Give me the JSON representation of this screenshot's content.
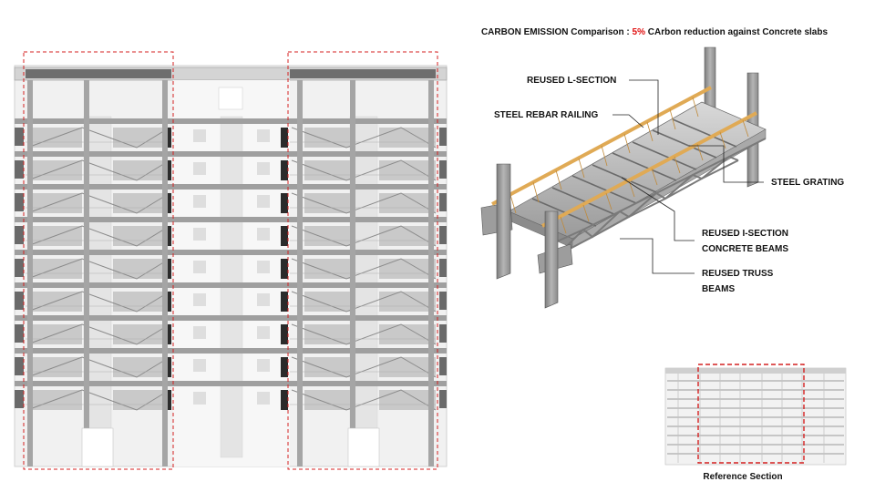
{
  "title": {
    "prefix": "CARBON EMISSION Comparison : ",
    "highlight": "5%",
    "suffix": " CArbon reduction against Concrete slabs"
  },
  "labels": {
    "reused_l_section": "REUSED L-SECTION",
    "steel_rebar_railing": "STEEL REBAR RAILING",
    "steel_grating": "STEEL GRATING",
    "reused_i_section_line1": "REUSED I-SECTION",
    "reused_i_section_line2": "CONCRETE BEAMS",
    "reused_truss_line1": "REUSED TRUSS",
    "reused_truss_line2": "BEAMS"
  },
  "reference": {
    "caption": "Reference Section"
  },
  "colors": {
    "highlight_red": "#e01010",
    "dashed_frame": "#d42020",
    "railing_wood": "#e0aa55",
    "concrete": "#b8b8b8"
  }
}
